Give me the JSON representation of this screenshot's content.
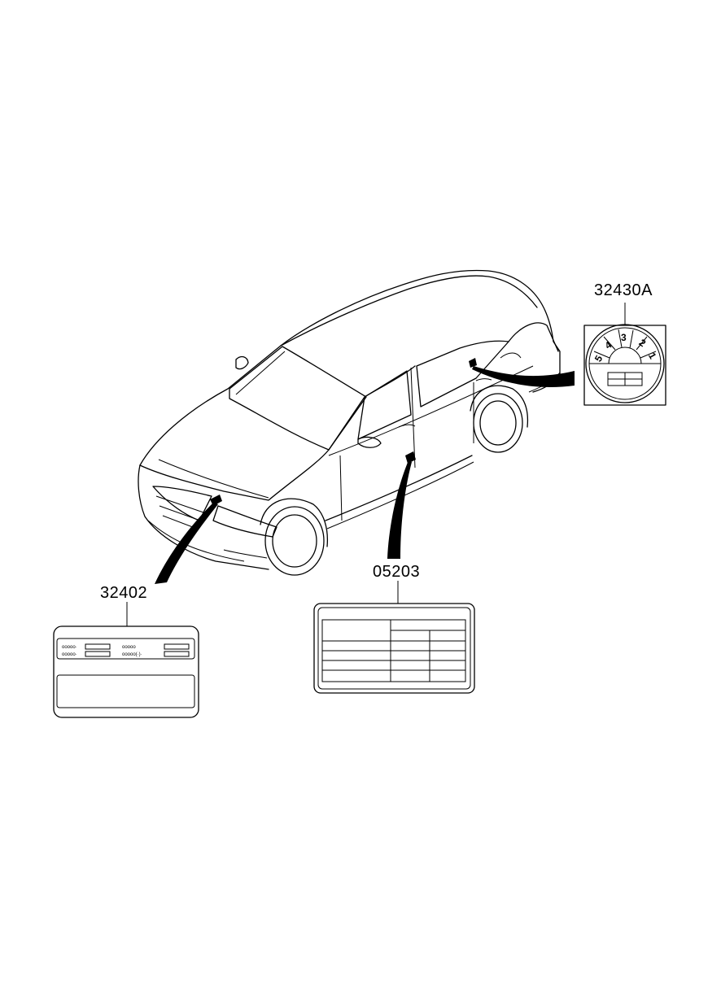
{
  "labels": {
    "emission_label": "32402",
    "tire_label": "05203",
    "gear_label": "32430A"
  },
  "gauge_numbers": [
    "5",
    "4",
    "3",
    "2",
    "1"
  ]
}
